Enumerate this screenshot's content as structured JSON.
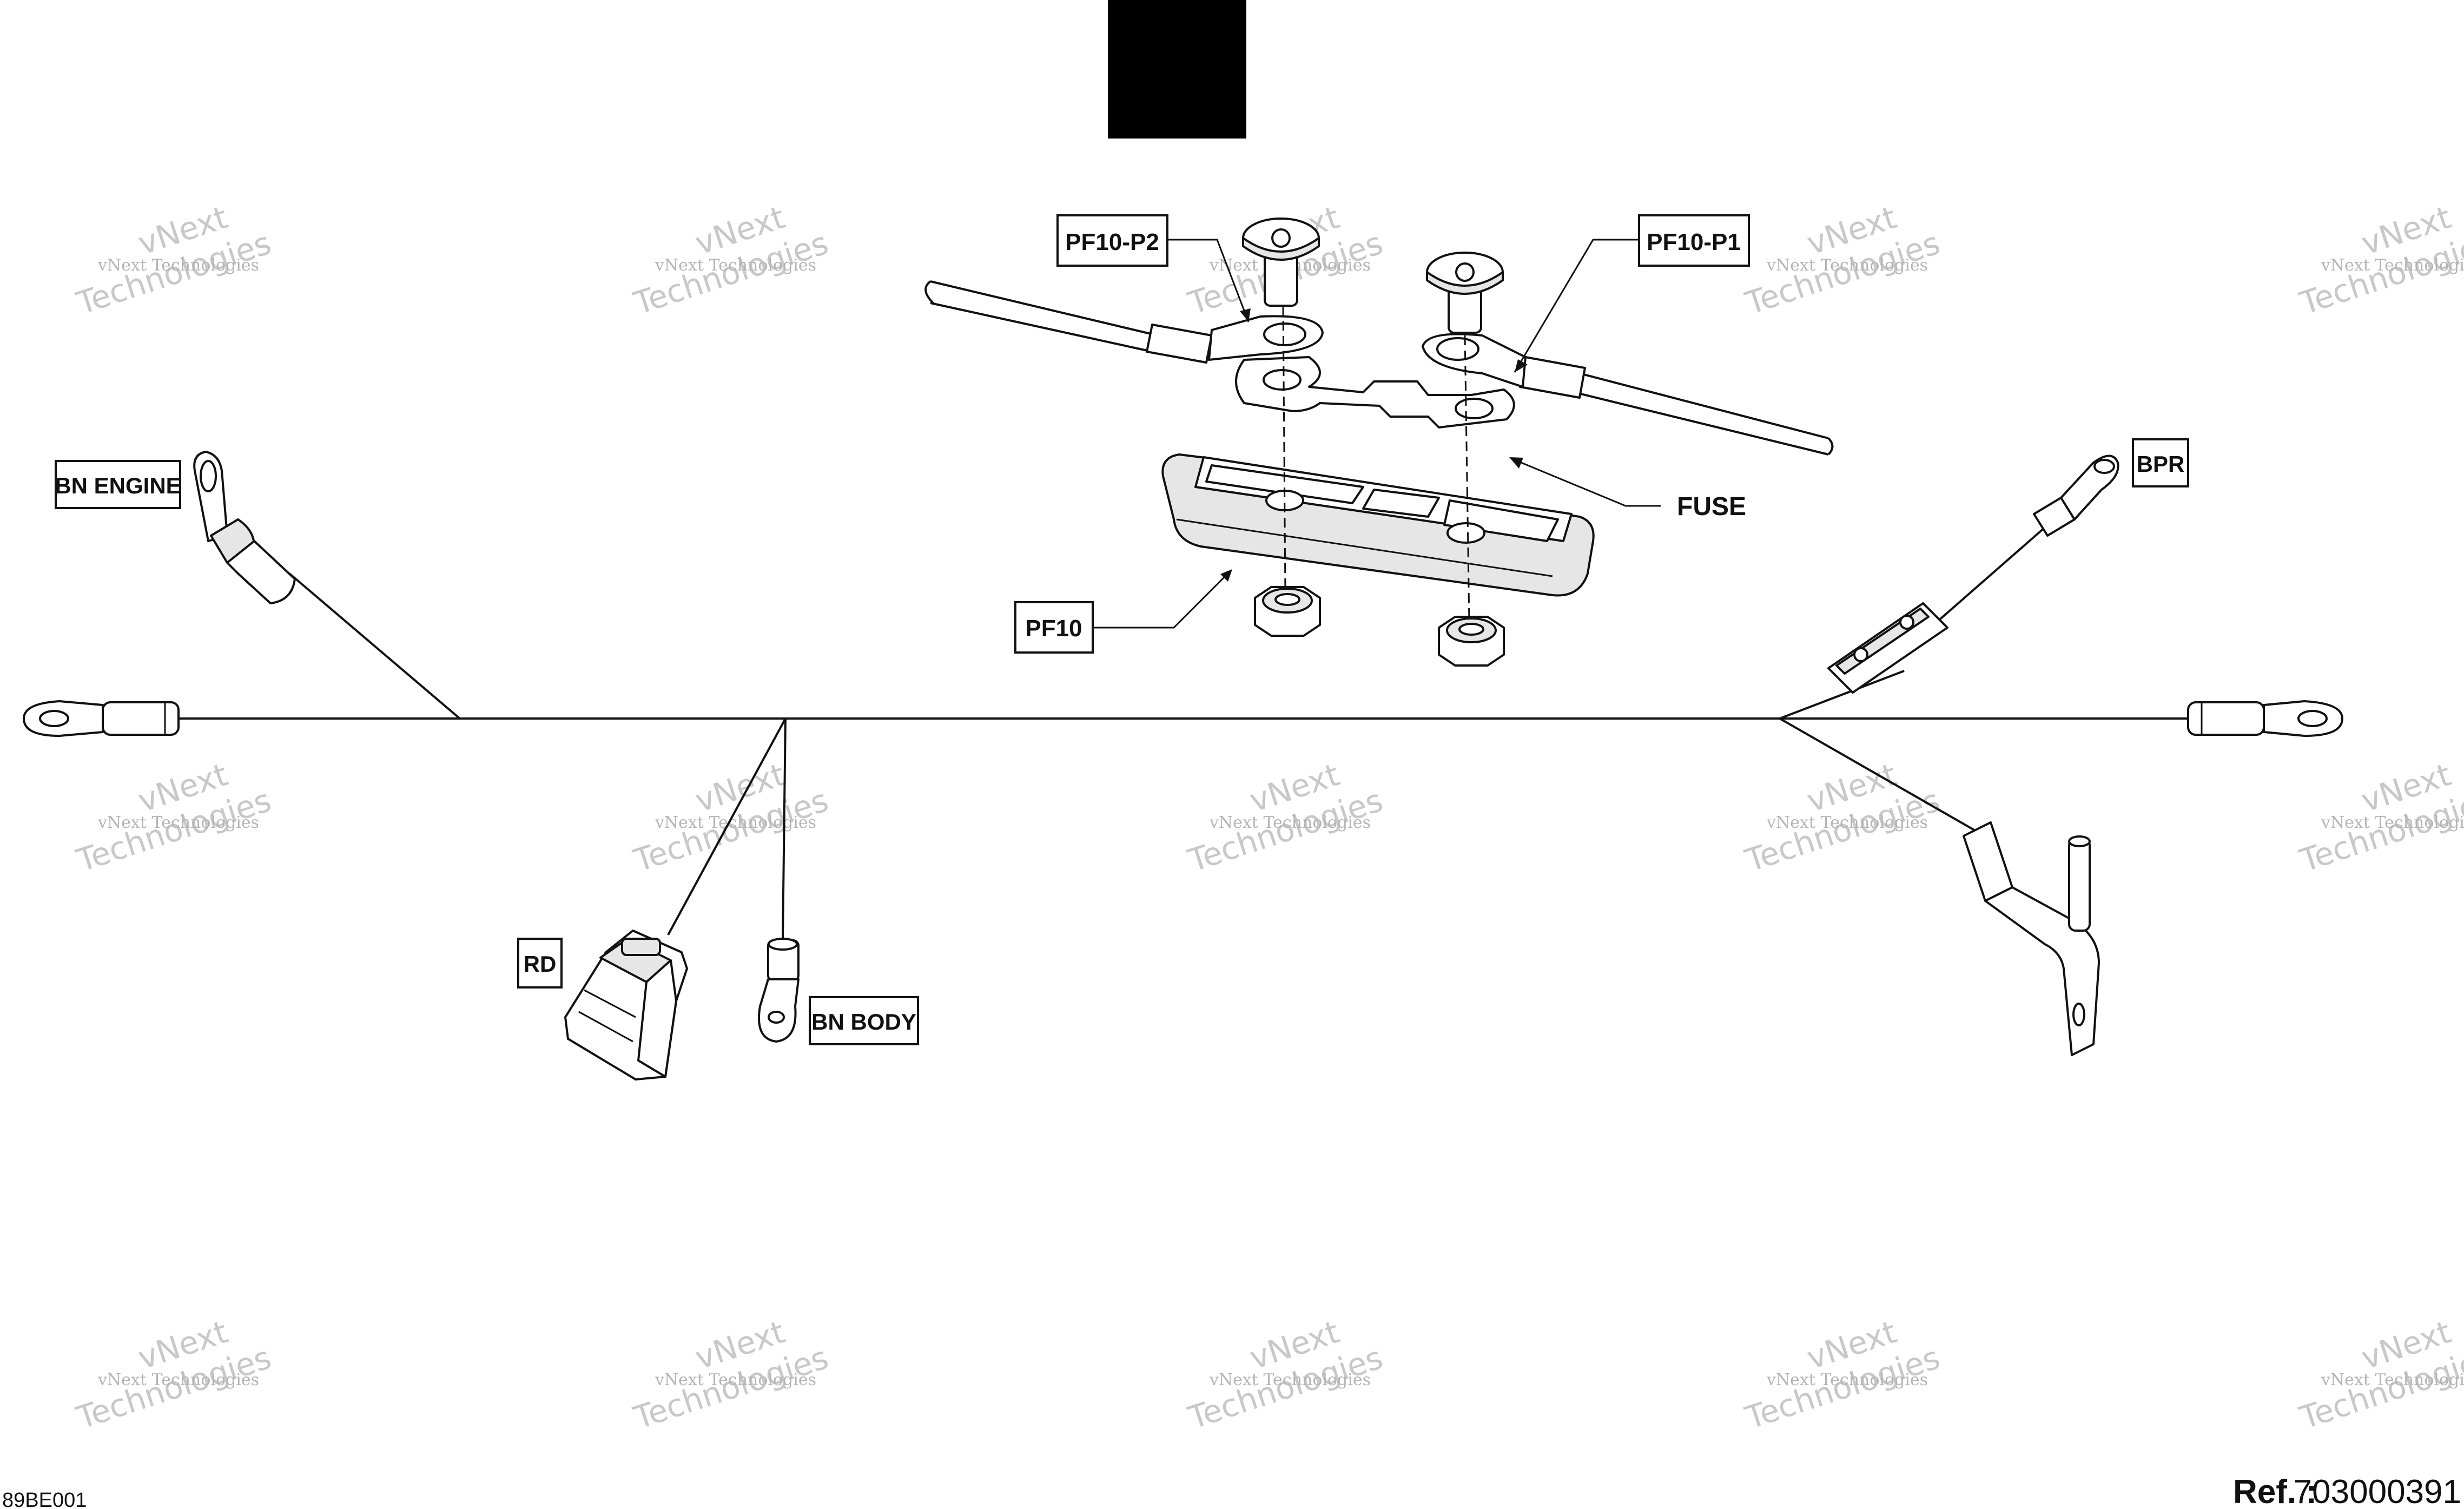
{
  "watermark": {
    "line1": "vNext",
    "line2": "Technologies",
    "small": "vNext Technologies"
  },
  "callouts": {
    "pf10_p2": "PF10-P2",
    "pf10_p1": "PF10-P1",
    "bn_engine": "BN ENGINE",
    "fuse": "FUSE",
    "bpr": "BPR",
    "pf10": "PF10",
    "rd": "RD",
    "bn_body": "BN BODY"
  },
  "footer": {
    "drawing_code": "89BE001",
    "ref_label": "Ref. :",
    "ref_number": "703000391"
  }
}
